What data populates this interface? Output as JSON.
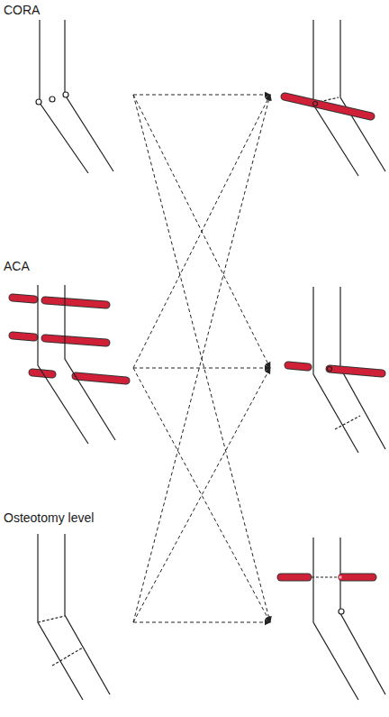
{
  "diagram": {
    "labels": [
      "CORA",
      "ACA",
      "Osteotomy level"
    ]
  }
}
